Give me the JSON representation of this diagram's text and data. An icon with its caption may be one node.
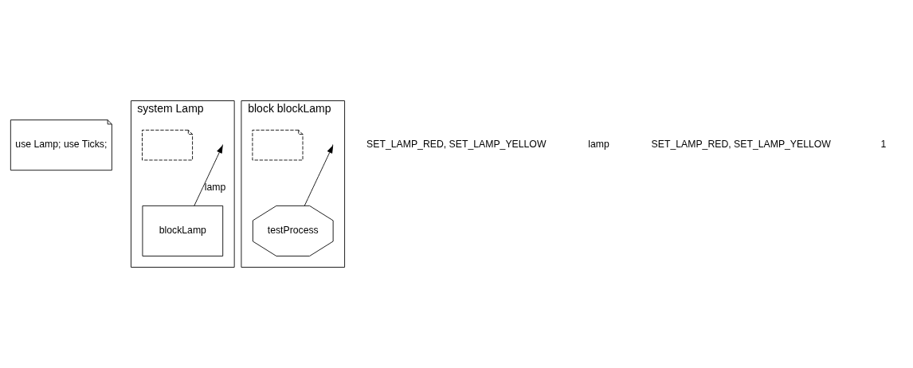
{
  "diagram": {
    "nodes": [
      {
        "text": [
          "use Lamp; use Ticks;"
        ]
      },
      {
        "text": [
          "system Lamp"
        ]
      },
      {
        "text": [],
        "shape": "note",
        "in": 1
      },
      {
        "text": [
          "blockLamp"
        ],
        "in": 1
      },
      {
        "text": [
          "block blockLamp"
        ]
      },
      {
        "text": [],
        "shape": "note",
        "in": 4
      },
      {
        "text": [
          "testProcess"
        ],
        "in": 4
      }
    ],
    "edges": [
      {
        "from": 3,
        "to": null,
        "arrow": "to",
        "label": "lamp"
      },
      {
        "from": 6,
        "to": null,
        "arrow": "to"
      }
    ],
    "labels": [
      "SET_LAMP_RED, SET_LAMP_YELLOW",
      "lamp",
      "SET_LAMP_RED, SET_LAMP_YELLOW",
      "1"
    ]
  }
}
